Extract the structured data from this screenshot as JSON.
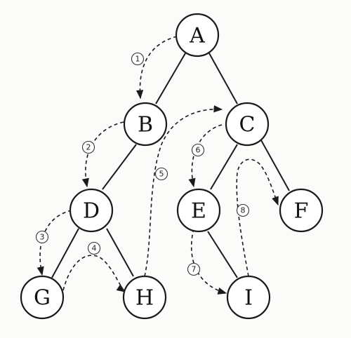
{
  "nodes": {
    "A": "A",
    "B": "B",
    "C": "C",
    "D": "D",
    "E": "E",
    "F": "F",
    "G": "G",
    "H": "H",
    "I": "I"
  },
  "steps": {
    "s1": "1",
    "s2": "2",
    "s3": "3",
    "s4": "4",
    "s5": "5",
    "s6": "6",
    "s7": "7",
    "s8": "8"
  }
}
